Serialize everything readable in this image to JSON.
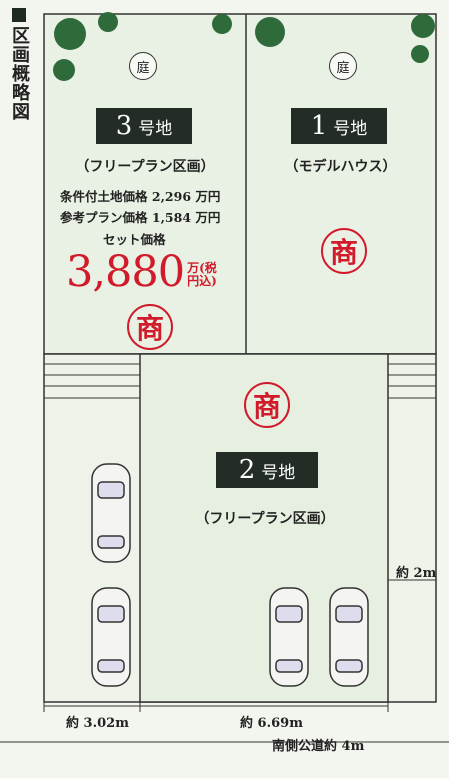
{
  "title": "区画概略図",
  "gardens": [
    "庭",
    "庭"
  ],
  "lots": {
    "lot3": {
      "number": "3",
      "unit": "号地",
      "subtitle": "（フリープラン区画）"
    },
    "lot1": {
      "number": "1",
      "unit": "号地",
      "subtitle": "（モデルハウス）"
    },
    "lot2": {
      "number": "2",
      "unit": "号地",
      "subtitle": "（フリープラン区画）"
    }
  },
  "pricing": {
    "land_label": "条件付土地価格",
    "land_value": "2,296",
    "land_unit": "万円",
    "plan_label": "参考プラン価格",
    "plan_value": "1,584",
    "plan_unit": "万円",
    "set_label": "セット価格",
    "set_value": "3,880",
    "set_unit_top": "万",
    "set_unit_bottom": "円",
    "set_tax_top": "(税",
    "set_tax_bottom": "込)"
  },
  "stamp_text": "商",
  "dimensions": {
    "left_width": "約 3.02m",
    "mid_width": "約 6.69m",
    "right_gap": "約 2m",
    "road": "南側公道約 4m"
  },
  "colors": {
    "accent_red": "#d11a2a",
    "label_bg": "#232c25",
    "lot_fill": "#e9f1e4",
    "tree": "#2f6b3a"
  }
}
